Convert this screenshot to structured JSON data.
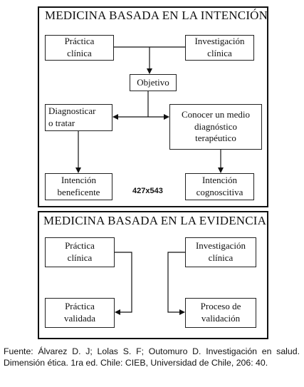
{
  "top_panel": {
    "title": "MEDICINA BASADA EN LA INTENCIÓN",
    "boxes": {
      "practica_clinica": [
        "Práctica",
        "clínica"
      ],
      "investigacion_clinica": [
        "Investigación",
        "clínica"
      ],
      "objetivo": [
        "Objetivo"
      ],
      "diagnosticar": [
        "Diagnosticar",
        "o tratar"
      ],
      "conocer": [
        "Conocer un medio",
        "diagnóstico",
        "terapéutico"
      ],
      "intencion_beneficente": [
        "Intención",
        "beneficente"
      ],
      "intencion_cognoscitiva": [
        "Intención",
        "cognoscitiva"
      ]
    },
    "size_label": "427x543"
  },
  "bottom_panel": {
    "title": "MEDICINA BASADA EN LA EVIDENCIA",
    "boxes": {
      "practica_clinica": [
        "Práctica",
        "clínica"
      ],
      "investigacion_clinica": [
        "Investigación",
        "clínica"
      ],
      "practica_validada": [
        "Práctica",
        "validada"
      ],
      "proceso_validacion": [
        "Proceso de",
        "validación"
      ]
    }
  },
  "caption": "Fuente: Álvarez D. J; Lolas S. F; Outomuro D. Investigación en salud. Dimensión ética. 1ra ed. Chile: CIEB, Universidad de Chile, 206: 40."
}
